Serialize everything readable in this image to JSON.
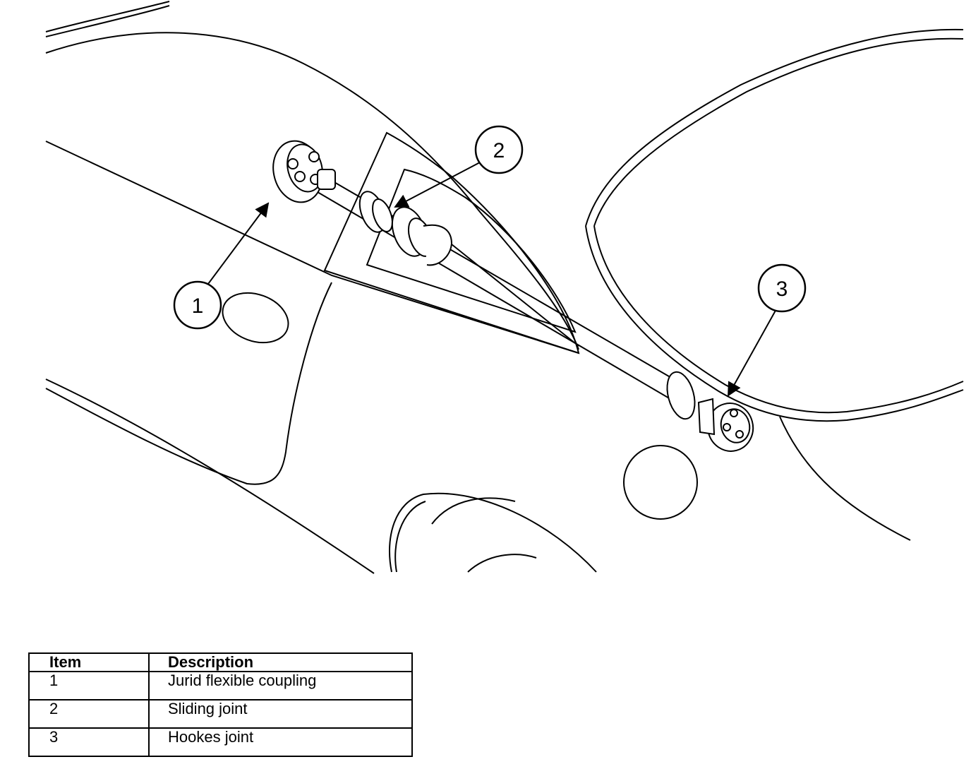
{
  "diagram": {
    "callouts": [
      {
        "id": "1",
        "label": "1"
      },
      {
        "id": "2",
        "label": "2"
      },
      {
        "id": "3",
        "label": "3"
      }
    ]
  },
  "legend": {
    "headers": {
      "item": "Item",
      "description": "Description"
    },
    "rows": [
      {
        "item": "1",
        "description": "Jurid flexible coupling"
      },
      {
        "item": "2",
        "description": "Sliding joint"
      },
      {
        "item": "3",
        "description": "Hookes joint"
      }
    ]
  }
}
